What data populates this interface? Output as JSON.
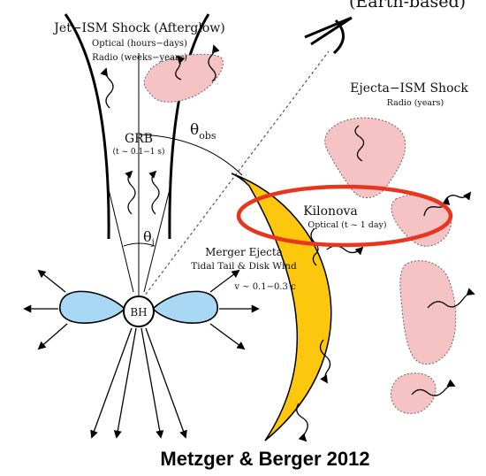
{
  "top_fragment": "(Earth-based)",
  "jet": {
    "title": "Jet−ISM Shock (Afterglow)",
    "optical": "Optical (hours−days)",
    "radio": "Radio (weeks−years)"
  },
  "grb": {
    "label": "GRB",
    "timescale": "(t ~ 0.1−1 s)"
  },
  "angles": {
    "obs_symbol": "θ",
    "obs_subscript": "obs",
    "jet_symbol": "θ",
    "jet_subscript": "j"
  },
  "black_hole": "BH",
  "merger": {
    "title": "Merger Ejecta",
    "subtitle": "Tidal Tail & Disk Wind",
    "velocity": "v ~ 0.1−0.3 c"
  },
  "ejecta_shock": {
    "title": "Ejecta−ISM Shock",
    "radio": "Radio (years)"
  },
  "kilonova": {
    "title": "Kilonova",
    "optical": "Optical (t ~ 1 day)"
  },
  "citation": "Metzger & Berger 2012",
  "colors": {
    "highlight": "#e8361e",
    "ejecta": "#fcc70c",
    "shock_blob": "#f6c3c4",
    "disk": "#a9d8f4"
  }
}
